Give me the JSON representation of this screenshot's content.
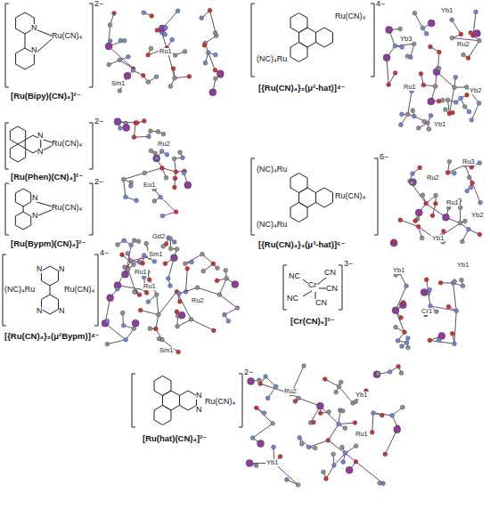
{
  "diagram": {
    "labels": [
      "N",
      "N",
      "Ru(CN)₄",
      "2−",
      "[Ru(Bipy)(CN)₄]²⁻",
      "Ru1",
      "Sm1",
      "N",
      "N",
      "Ru(CN)₄",
      "2−",
      "[Ru(Phen)(CN)₄]²⁻",
      "Ru2",
      "Eu1",
      "N",
      "N",
      "Ru(CN)₄",
      "2−",
      "[Ru(Bypm)(CN)₄]²⁻",
      "Gd2",
      "Ru1",
      "(NC)₄Ru",
      "Ru(CN)₄",
      "N",
      "N",
      "N",
      "N",
      "4−",
      "[{Ru(CN)₄}₂(μ²Bypm)]⁴⁻",
      "Sm1",
      "Ru1",
      "Ru2",
      "Sm1",
      "N",
      "N",
      "Ru(CN)₄",
      "2−",
      "[Ru(hat)(CN)₄]²⁻",
      "Ru2",
      "Yb1",
      "Ru1",
      "Yb1",
      "(NC)₄Ru",
      "Ru(CN)₄",
      "4−",
      "[{Ru(CN)₄}₂(μ²-hat)]⁴⁻",
      "Yb1",
      "Yb3",
      "Ru2",
      "Ru1",
      "Yb2",
      "Yb1",
      "(NC)₄Ru",
      "(NC)₄Ru",
      "Ru(CN)₄",
      "6−",
      "[{Ru(CN)₄}₃(μ³-hat)]⁶⁻",
      "Ru3",
      "Ru2",
      "Ru1",
      "Yb1",
      "Yb2",
      "NC",
      "CN",
      "Cr",
      "CN",
      "NC",
      "CN",
      "3−",
      "[Cr(CN)₆]³⁻",
      "Yb1",
      "Yb1",
      "Cr1"
    ]
  }
}
